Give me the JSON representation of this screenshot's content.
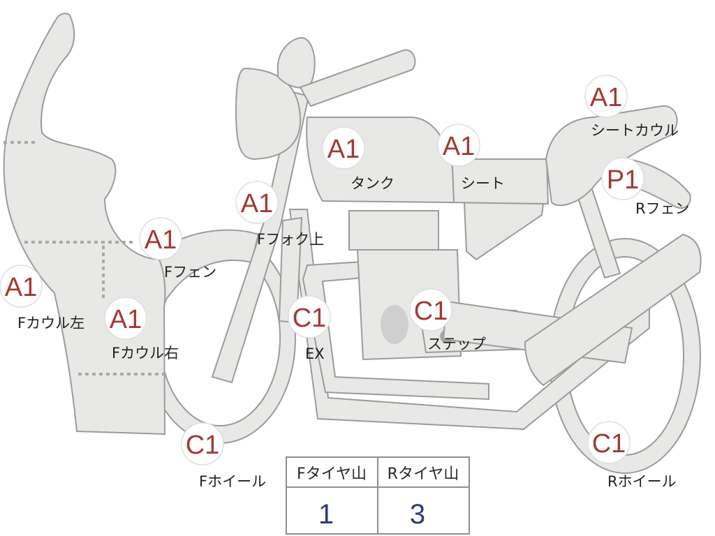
{
  "parts": [
    {
      "id": "f-cowl-left",
      "grade": "A1",
      "label": "Fカウル左"
    },
    {
      "id": "f-cowl-right",
      "grade": "A1",
      "label": "Fカウル右"
    },
    {
      "id": "f-fender",
      "grade": "A1",
      "label": "Fフェン"
    },
    {
      "id": "f-fork-upper",
      "grade": "A1",
      "label": "Fフォク上"
    },
    {
      "id": "tank",
      "grade": "A1",
      "label": "タンク"
    },
    {
      "id": "seat",
      "grade": "A1",
      "label": "シート"
    },
    {
      "id": "seat-cowl",
      "grade": "A1",
      "label": "シートカウル"
    },
    {
      "id": "r-fender",
      "grade": "P1",
      "label": "Rフェン"
    },
    {
      "id": "exhaust",
      "grade": "C1",
      "label": "EX"
    },
    {
      "id": "step",
      "grade": "C1",
      "label": "ステップ"
    },
    {
      "id": "f-wheel",
      "grade": "C1",
      "label": "Fホイール"
    },
    {
      "id": "r-wheel",
      "grade": "C1",
      "label": "Rホイール"
    }
  ],
  "tires": {
    "front": {
      "label": "Fタイヤ山",
      "value": "1"
    },
    "rear": {
      "label": "Rタイヤ山",
      "value": "3"
    }
  },
  "colors": {
    "grade_text": "#a33a35",
    "tire_value_text": "#2e3b7a",
    "part_fill": "#e8e8e6",
    "part_stroke": "#9b9b9b"
  }
}
